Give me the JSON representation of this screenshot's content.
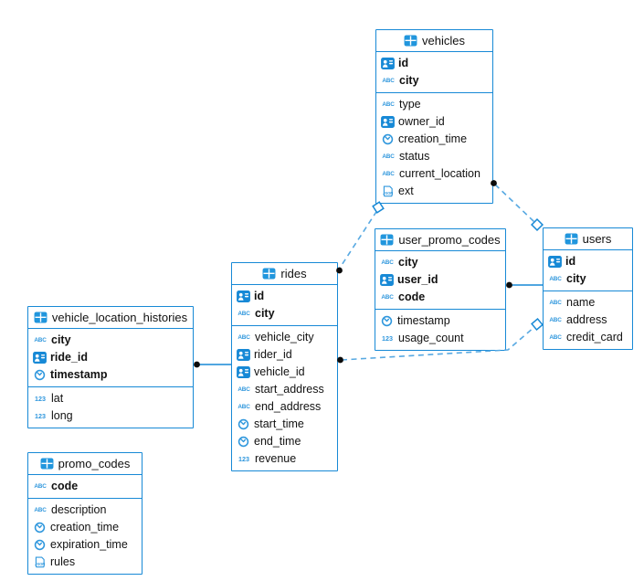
{
  "app": {
    "title": "database schema diagram"
  },
  "colors": {
    "accent": "#1789d6",
    "icon_light": "#2f97dd",
    "wire_dashed": "#58a9e2",
    "endpoint_dot": "#0b0b0b",
    "background": "#ffffff",
    "text": "#111111"
  },
  "icon_glyphs": {
    "text": "ABC",
    "number": "123",
    "id": "id-badge",
    "timestamp": "clock",
    "json": "json-doc",
    "table": "table-grid"
  },
  "tables": {
    "vehicles": {
      "title": "vehicles",
      "keys": [
        {
          "icon": "id",
          "name": "id"
        },
        {
          "icon": "text",
          "name": "city"
        }
      ],
      "fields": [
        {
          "icon": "text",
          "name": "type"
        },
        {
          "icon": "id",
          "name": "owner_id"
        },
        {
          "icon": "timestamp",
          "name": "creation_time"
        },
        {
          "icon": "text",
          "name": "status"
        },
        {
          "icon": "text",
          "name": "current_location"
        },
        {
          "icon": "json",
          "name": "ext"
        }
      ]
    },
    "user_promo_codes": {
      "title": "user_promo_codes",
      "keys": [
        {
          "icon": "text",
          "name": "city"
        },
        {
          "icon": "id",
          "name": "user_id"
        },
        {
          "icon": "text",
          "name": "code"
        }
      ],
      "fields": [
        {
          "icon": "timestamp",
          "name": "timestamp"
        },
        {
          "icon": "number",
          "name": "usage_count"
        }
      ]
    },
    "users": {
      "title": "users",
      "keys": [
        {
          "icon": "id",
          "name": "id"
        },
        {
          "icon": "text",
          "name": "city"
        }
      ],
      "fields": [
        {
          "icon": "text",
          "name": "name"
        },
        {
          "icon": "text",
          "name": "address"
        },
        {
          "icon": "text",
          "name": "credit_card"
        }
      ]
    },
    "rides": {
      "title": "rides",
      "keys": [
        {
          "icon": "id",
          "name": "id"
        },
        {
          "icon": "text",
          "name": "city"
        }
      ],
      "fields": [
        {
          "icon": "text",
          "name": "vehicle_city"
        },
        {
          "icon": "id",
          "name": "rider_id"
        },
        {
          "icon": "id",
          "name": "vehicle_id"
        },
        {
          "icon": "text",
          "name": "start_address"
        },
        {
          "icon": "text",
          "name": "end_address"
        },
        {
          "icon": "timestamp",
          "name": "start_time"
        },
        {
          "icon": "timestamp",
          "name": "end_time"
        },
        {
          "icon": "number",
          "name": "revenue"
        }
      ]
    },
    "vehicle_location_histories": {
      "title": "vehicle_location_histories",
      "keys": [
        {
          "icon": "text",
          "name": "city"
        },
        {
          "icon": "id",
          "name": "ride_id"
        },
        {
          "icon": "timestamp",
          "name": "timestamp"
        }
      ],
      "fields": [
        {
          "icon": "number",
          "name": "lat"
        },
        {
          "icon": "number",
          "name": "long"
        }
      ]
    },
    "promo_codes": {
      "title": "promo_codes",
      "keys": [
        {
          "icon": "text",
          "name": "code"
        }
      ],
      "fields": [
        {
          "icon": "text",
          "name": "description"
        },
        {
          "icon": "timestamp",
          "name": "creation_time"
        },
        {
          "icon": "timestamp",
          "name": "expiration_time"
        },
        {
          "icon": "json",
          "name": "rules"
        }
      ]
    }
  },
  "connections": [
    {
      "from": "vehicle_location_histories",
      "to": "rides",
      "style": "solid",
      "from_marker": "dot",
      "to_marker": "none"
    },
    {
      "from": "user_promo_codes",
      "to": "users",
      "style": "solid",
      "from_marker": "dot",
      "to_marker": "none"
    },
    {
      "from": "vehicles",
      "to": "users",
      "style": "dashed",
      "from_marker": "dot",
      "to_marker": "square"
    },
    {
      "from": "rides",
      "to": "vehicles",
      "style": "dashed",
      "from_marker": "dot",
      "to_marker": "square"
    },
    {
      "from": "rides",
      "to": "users",
      "style": "dashed",
      "from_marker": "dot",
      "to_marker": "square"
    }
  ]
}
